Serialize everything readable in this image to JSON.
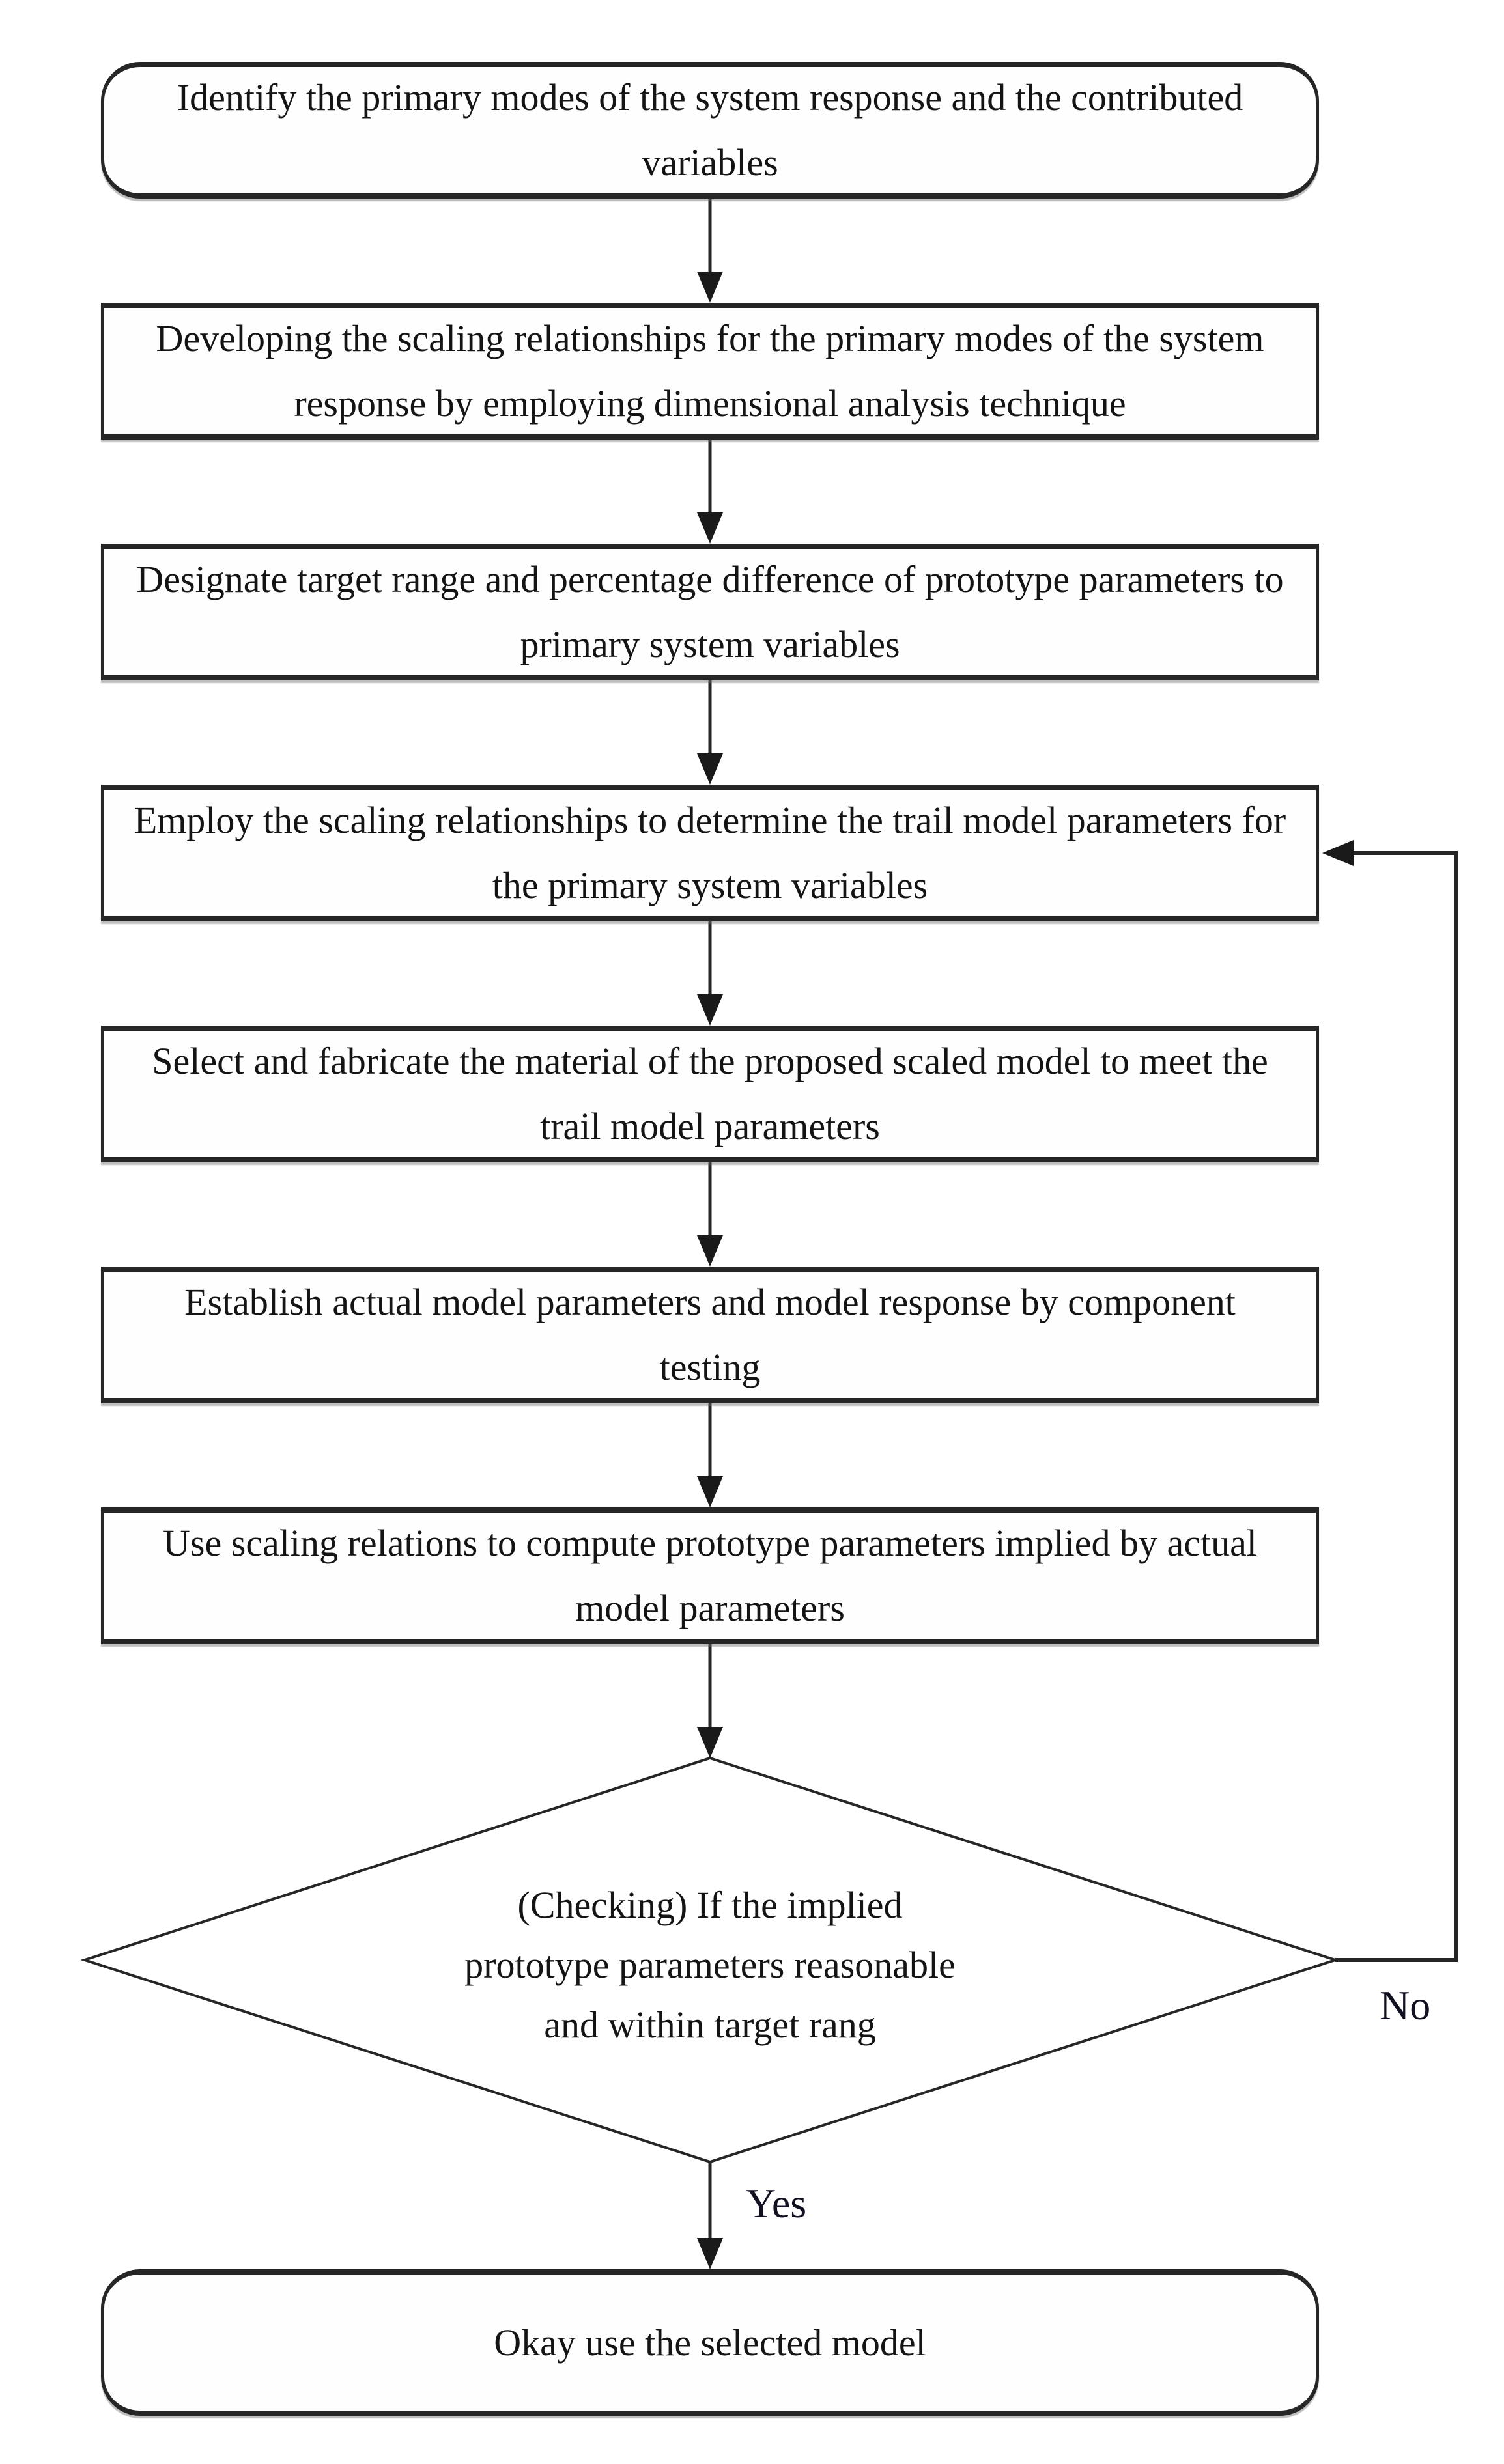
{
  "figure": {
    "type": "flowchart",
    "direction": "top-down"
  },
  "colors": {
    "background": "#ffffff",
    "line": "#262626",
    "text": "#141414"
  },
  "nodes": [
    {
      "id": "start",
      "shape": "terminator",
      "text": "Identify the primary modes of the system response and the contributed variables"
    },
    {
      "id": "process-1",
      "shape": "process",
      "text": "Developing the scaling relationships for the primary modes of the system response by employing dimensional analysis technique"
    },
    {
      "id": "process-2",
      "shape": "process",
      "text": "Designate target range and percentage difference of prototype parameters to primary system variables"
    },
    {
      "id": "process-3",
      "shape": "process",
      "text": "Employ the scaling relationships to determine the trail model parameters for the primary system variables"
    },
    {
      "id": "process-4",
      "shape": "process",
      "text": "Select and fabricate the material of the proposed scaled model to meet the trail model parameters"
    },
    {
      "id": "process-5",
      "shape": "process",
      "text": "Establish actual model parameters and model response by component testing"
    },
    {
      "id": "process-6",
      "shape": "process",
      "text": "Use scaling relations to compute prototype parameters implied by actual model parameters"
    },
    {
      "id": "decision",
      "shape": "decision",
      "lines": [
        "(Checking) If the implied",
        "prototype parameters reasonable",
        "and within target rang"
      ]
    },
    {
      "id": "end",
      "shape": "terminator",
      "text": "Okay use the selected model"
    }
  ],
  "labels": {
    "yes": "Yes",
    "no": "No"
  },
  "edges": [
    {
      "from": "start",
      "to": "process-1"
    },
    {
      "from": "process-1",
      "to": "process-2"
    },
    {
      "from": "process-2",
      "to": "process-3"
    },
    {
      "from": "process-3",
      "to": "process-4"
    },
    {
      "from": "process-4",
      "to": "process-5"
    },
    {
      "from": "process-5",
      "to": "process-6"
    },
    {
      "from": "process-6",
      "to": "decision"
    },
    {
      "from": "decision",
      "to": "end",
      "label": "Yes"
    },
    {
      "from": "decision",
      "to": "process-3",
      "label": "No"
    }
  ]
}
